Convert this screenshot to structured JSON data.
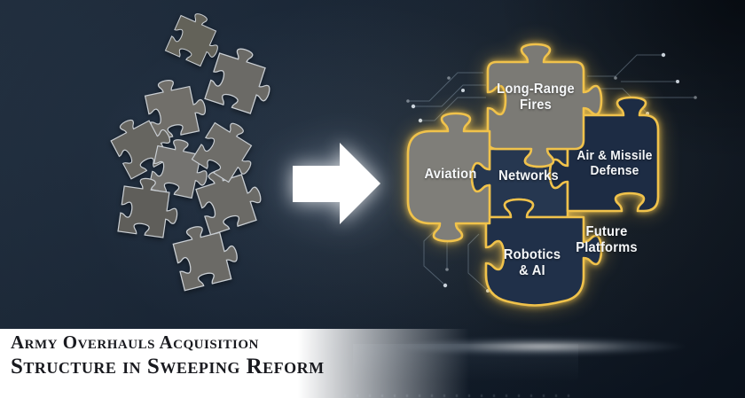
{
  "headline": {
    "line1": "Army Overhauls Acquisition",
    "line2": "Structure in Sweeping Reform"
  },
  "graphic": {
    "arrow_icon": "right-arrow",
    "scattered_piece_count": 9,
    "assembled_pieces": [
      {
        "id": "long-range-fires",
        "line1": "Long-Range",
        "line2": "Fires",
        "fill": "#7b7a75"
      },
      {
        "id": "aviation",
        "line1": "Aviation",
        "line2": "",
        "fill": "#7f7e79"
      },
      {
        "id": "networks",
        "line1": "Networks",
        "line2": "",
        "fill": "#263750"
      },
      {
        "id": "air-missile-defense",
        "line1": "Air & Missile",
        "line2": "Defense",
        "fill": "#1d2c44"
      },
      {
        "id": "robotics-ai",
        "line1": "Robotics",
        "line2": "& AI",
        "fill": "#203049"
      },
      {
        "id": "future-platforms",
        "line1": "Future",
        "line2": "Platforms",
        "fill": "none"
      }
    ],
    "colors": {
      "gold_outline": "#f0c24b",
      "background_navy": "#15202e",
      "piece_gray": "#7b7a75",
      "piece_navy": "#223450",
      "banner_white": "#ffffff",
      "headline_text": "#191a1f",
      "label_text": "#f5f7f9"
    }
  }
}
